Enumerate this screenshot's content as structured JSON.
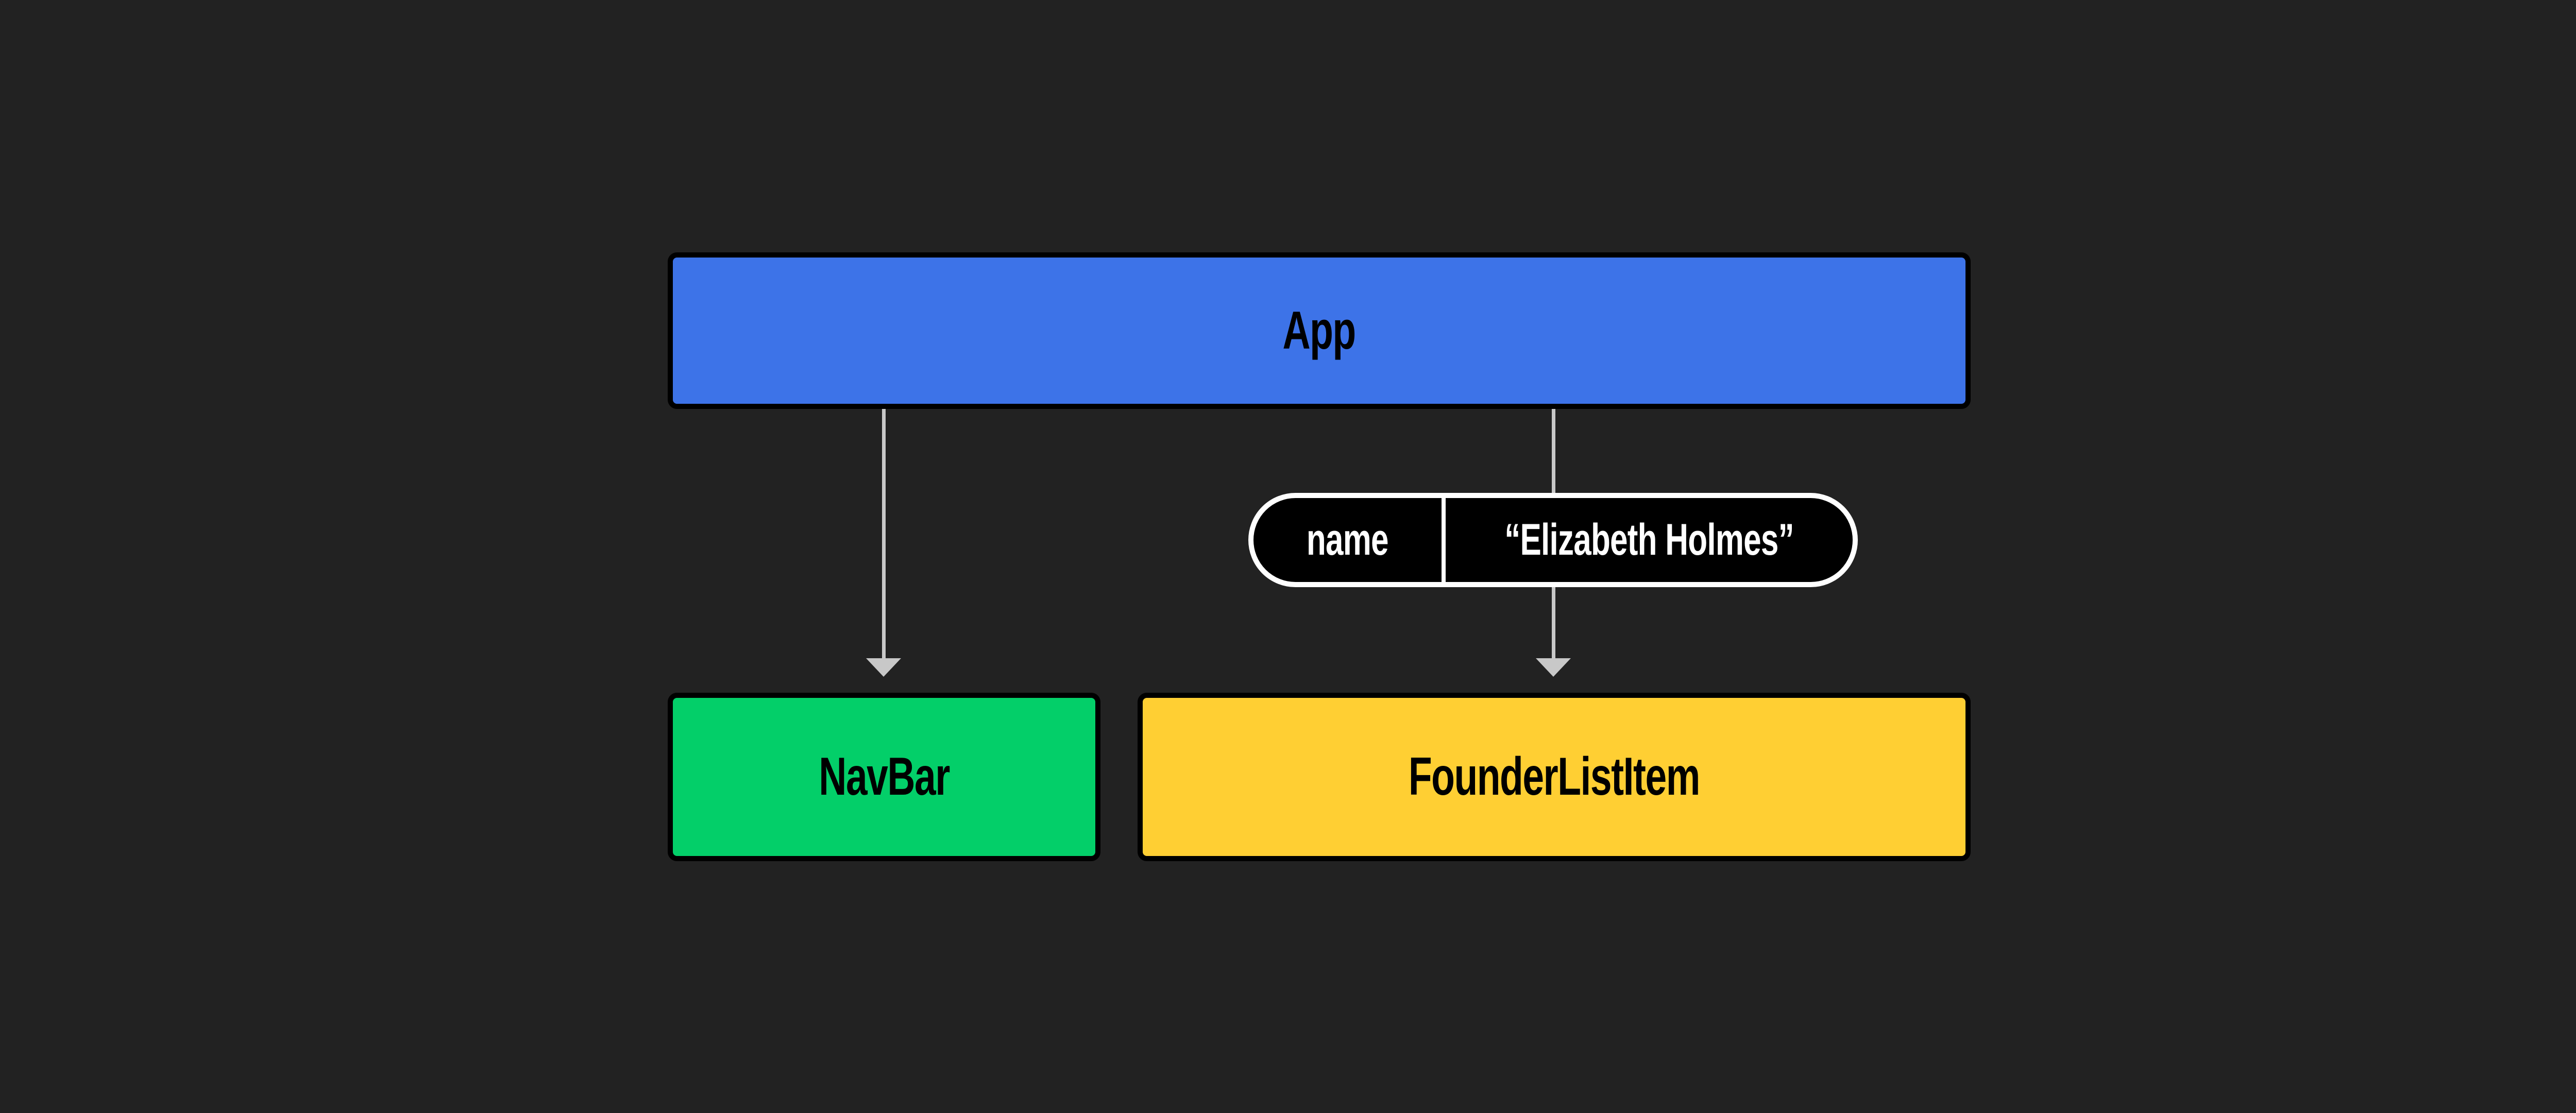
{
  "diagram": {
    "background": "#222222",
    "nodes": {
      "app": {
        "label": "App",
        "color": "#3d73e8"
      },
      "navbar": {
        "label": "NavBar",
        "color": "#03cf69"
      },
      "founder_list_item": {
        "label": "FounderListItem",
        "color": "#ffcf33"
      }
    },
    "edges": [
      {
        "from": "App",
        "to": "NavBar"
      },
      {
        "from": "App",
        "to": "FounderListItem",
        "prop": {
          "key": "name",
          "value": "“Elizabeth Holmes”"
        }
      }
    ],
    "prop_pill": {
      "key": "name",
      "value": "“Elizabeth Holmes”"
    },
    "arrow_color": "#c8c8c8"
  }
}
